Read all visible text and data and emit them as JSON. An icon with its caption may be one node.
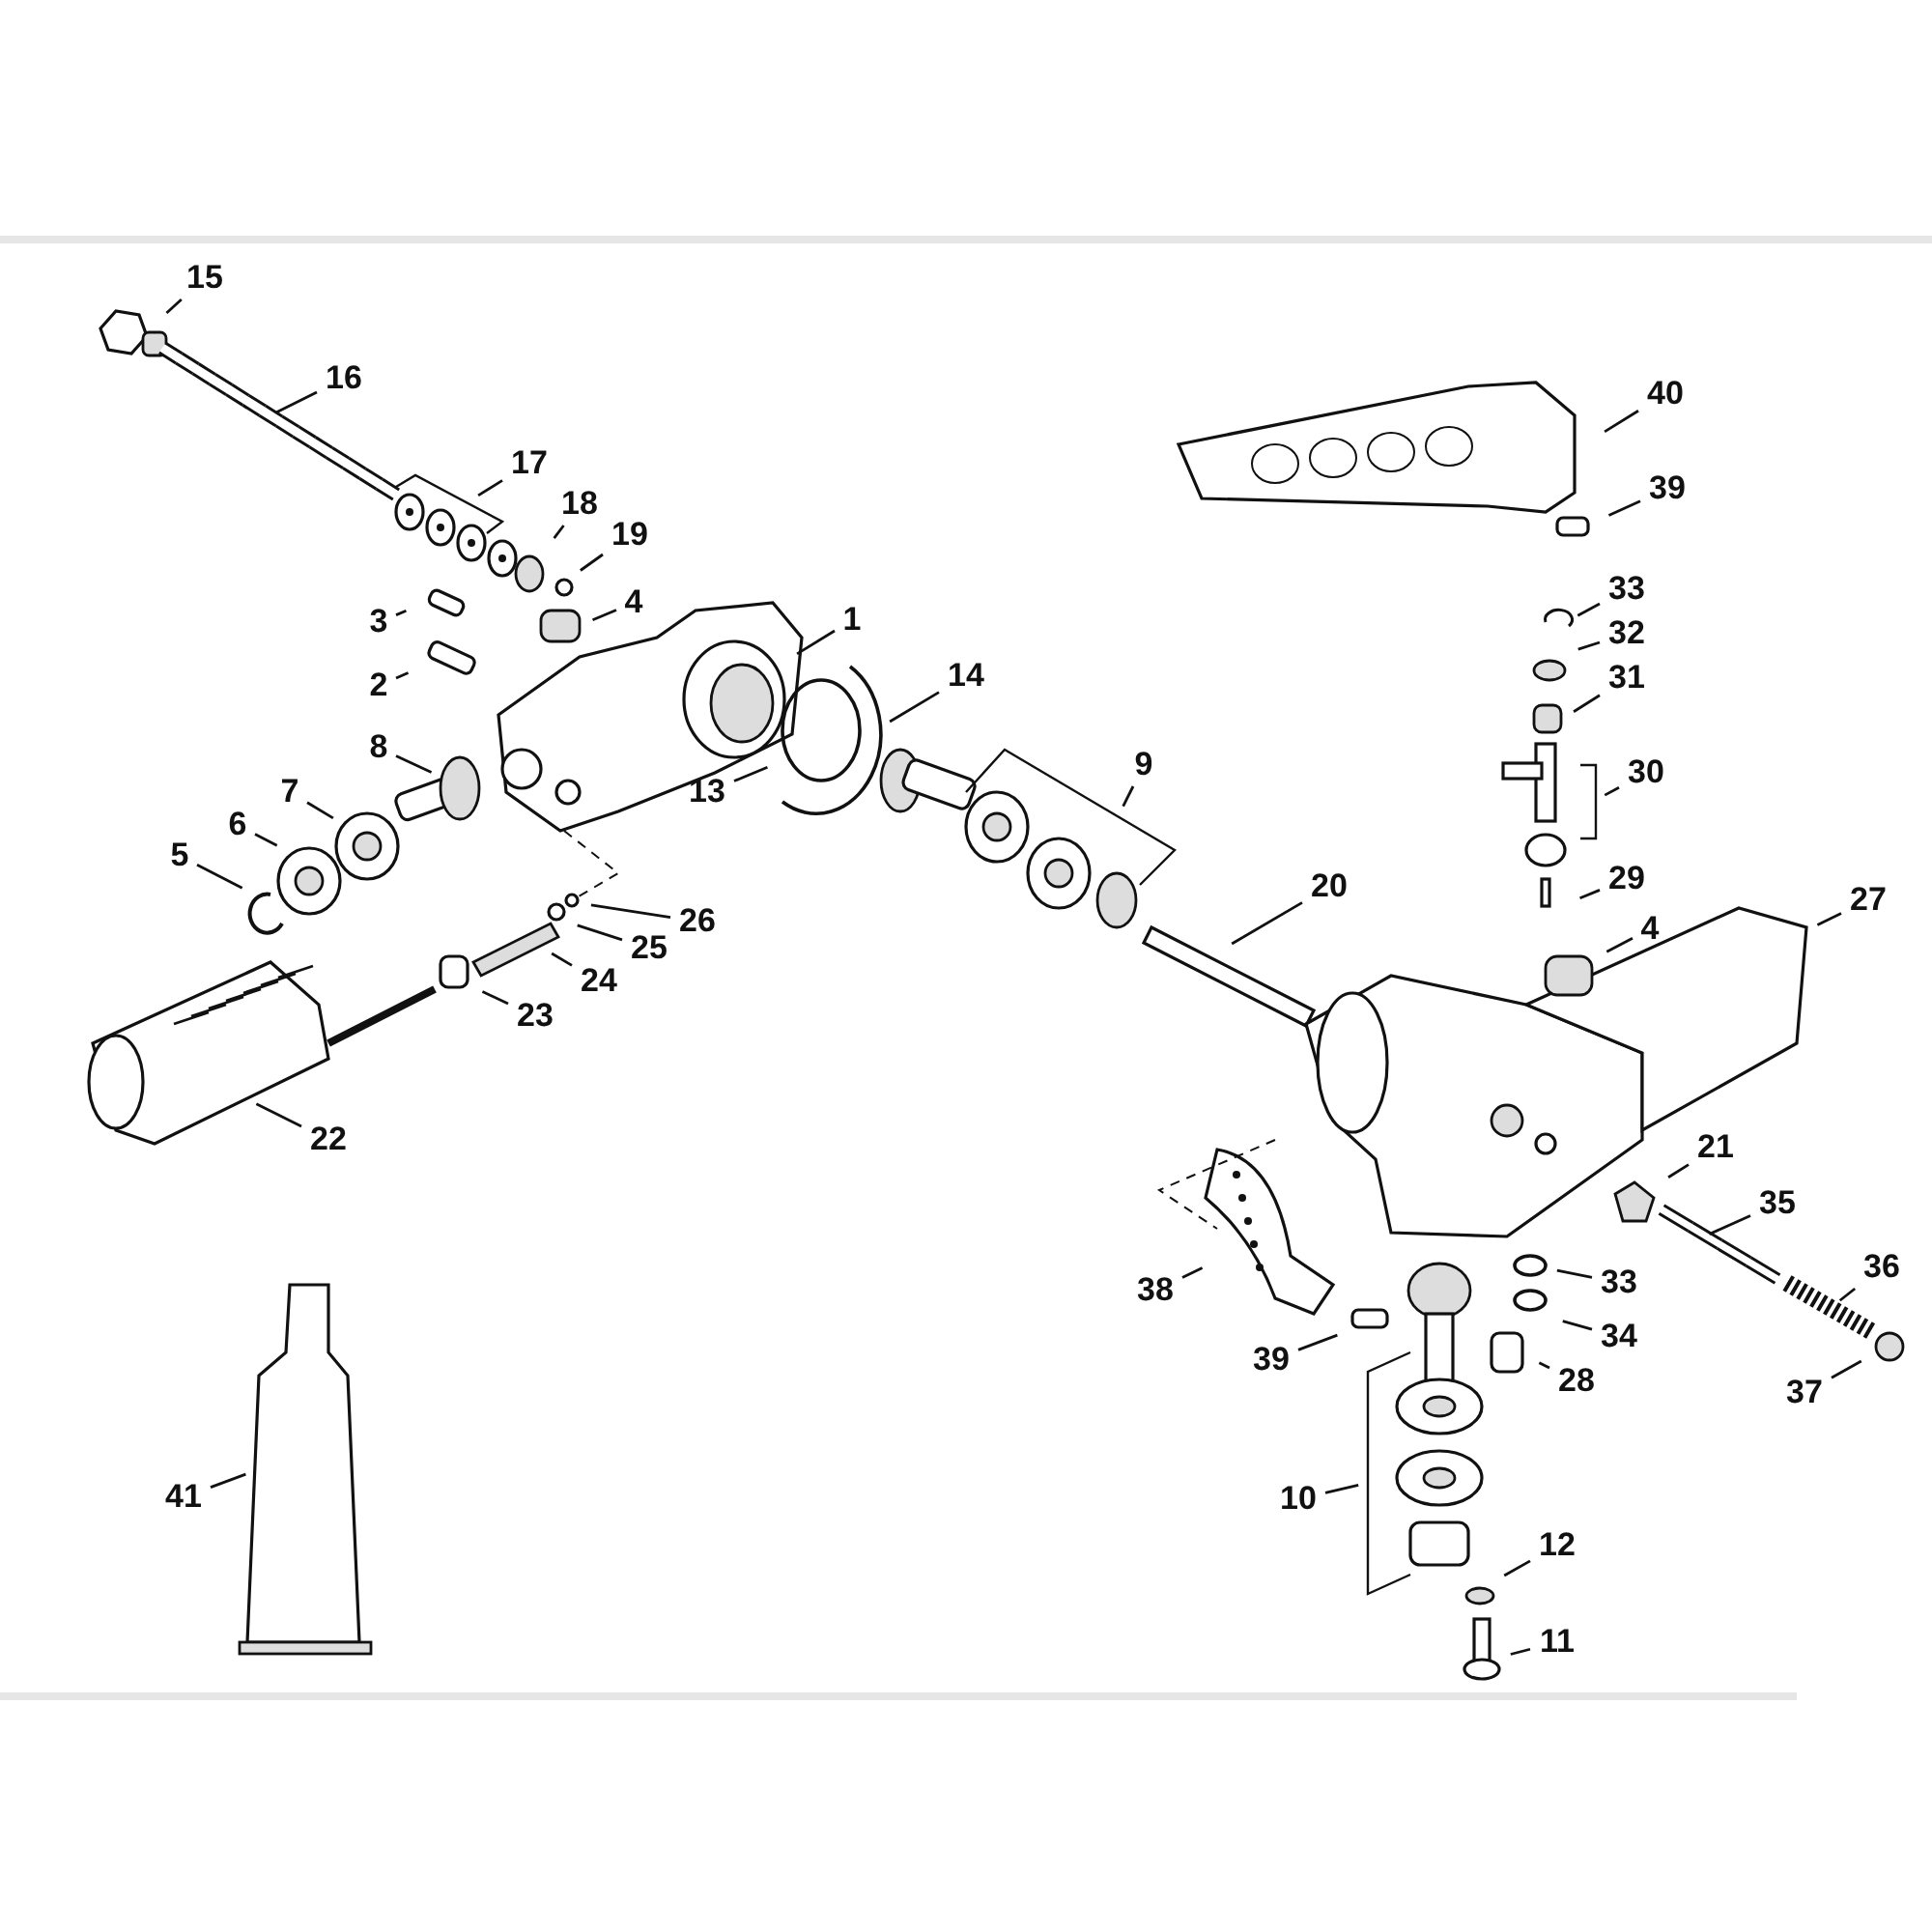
{
  "diagram": {
    "nodes": [
      {
        "text": [
          "15"
        ]
      },
      {
        "text": [
          "16"
        ]
      },
      {
        "text": [
          "40"
        ]
      },
      {
        "text": [
          "17"
        ]
      },
      {
        "text": [
          "18"
        ]
      },
      {
        "text": [
          "39"
        ]
      },
      {
        "text": [
          "19"
        ]
      },
      {
        "text": [
          "4"
        ]
      },
      {
        "text": [
          "33"
        ]
      },
      {
        "text": [
          "3"
        ]
      },
      {
        "text": [
          "1"
        ]
      },
      {
        "text": [
          "32"
        ]
      },
      {
        "text": [
          "2"
        ]
      },
      {
        "text": [
          "14"
        ]
      },
      {
        "text": [
          "31"
        ]
      },
      {
        "text": [
          "8"
        ]
      },
      {
        "text": [
          "9"
        ]
      },
      {
        "text": [
          "7"
        ]
      },
      {
        "text": [
          "13"
        ]
      },
      {
        "text": [
          "30"
        ]
      },
      {
        "text": [
          "6"
        ]
      },
      {
        "text": [
          "5"
        ]
      },
      {
        "text": [
          "20"
        ]
      },
      {
        "text": [
          "29"
        ]
      },
      {
        "text": [
          "27"
        ]
      },
      {
        "text": [
          "26"
        ]
      },
      {
        "text": [
          "4"
        ]
      },
      {
        "text": [
          "25"
        ]
      },
      {
        "text": [
          "24"
        ]
      },
      {
        "text": [
          "23"
        ]
      },
      {
        "text": [
          "22"
        ]
      },
      {
        "text": [
          "21"
        ]
      },
      {
        "text": [
          "35"
        ]
      },
      {
        "text": [
          "36"
        ]
      },
      {
        "text": [
          "33"
        ]
      },
      {
        "text": [
          "38"
        ]
      },
      {
        "text": [
          "34"
        ]
      },
      {
        "text": [
          "39"
        ]
      },
      {
        "text": [
          "28"
        ]
      },
      {
        "text": [
          "37"
        ]
      },
      {
        "text": [
          "10"
        ]
      },
      {
        "text": [
          "41"
        ]
      },
      {
        "text": [
          "12"
        ]
      },
      {
        "text": [
          "11"
        ]
      }
    ],
    "edges": [
      {
        "from": 0,
        "to": null,
        "arrow": "none"
      },
      {
        "from": 1,
        "to": null,
        "arrow": "none"
      },
      {
        "from": 2,
        "to": null,
        "arrow": "none"
      },
      {
        "from": 3,
        "to": null,
        "arrow": "none"
      },
      {
        "from": 4,
        "to": null,
        "arrow": "none"
      },
      {
        "from": 5,
        "to": null,
        "arrow": "none"
      },
      {
        "from": 6,
        "to": null,
        "arrow": "none"
      },
      {
        "from": 7,
        "to": null,
        "arrow": "none"
      },
      {
        "from": 8,
        "to": null,
        "arrow": "none"
      },
      {
        "from": 9,
        "to": null,
        "arrow": "none"
      },
      {
        "from": 10,
        "to": null,
        "arrow": "none"
      },
      {
        "from": 11,
        "to": null,
        "arrow": "none"
      },
      {
        "from": 12,
        "to": null,
        "arrow": "none"
      },
      {
        "from": 13,
        "to": null,
        "arrow": "none"
      },
      {
        "from": 14,
        "to": null,
        "arrow": "none"
      },
      {
        "from": 15,
        "to": null,
        "arrow": "none"
      },
      {
        "from": 16,
        "to": null,
        "arrow": "none"
      },
      {
        "from": 17,
        "to": null,
        "arrow": "none"
      },
      {
        "from": 18,
        "to": null,
        "arrow": "none"
      },
      {
        "from": 19,
        "to": null,
        "arrow": "none"
      },
      {
        "from": 20,
        "to": null,
        "arrow": "none"
      },
      {
        "from": 21,
        "to": null,
        "arrow": "none"
      },
      {
        "from": 22,
        "to": null,
        "arrow": "none"
      },
      {
        "from": 23,
        "to": null,
        "arrow": "none"
      },
      {
        "from": 24,
        "to": null,
        "arrow": "none"
      },
      {
        "from": 25,
        "to": null,
        "arrow": "none"
      },
      {
        "from": 26,
        "to": null,
        "arrow": "none"
      },
      {
        "from": 27,
        "to": null,
        "arrow": "none"
      },
      {
        "from": 28,
        "to": null,
        "arrow": "none"
      },
      {
        "from": 29,
        "to": null,
        "arrow": "none"
      },
      {
        "from": 30,
        "to": null,
        "arrow": "none"
      },
      {
        "from": 31,
        "to": null,
        "arrow": "none"
      },
      {
        "from": 32,
        "to": null,
        "arrow": "none"
      },
      {
        "from": 33,
        "to": null,
        "arrow": "none"
      },
      {
        "from": 34,
        "to": null,
        "arrow": "none"
      },
      {
        "from": 35,
        "to": null,
        "arrow": "none"
      },
      {
        "from": 36,
        "to": null,
        "arrow": "none"
      },
      {
        "from": 37,
        "to": null,
        "arrow": "none"
      },
      {
        "from": 38,
        "to": null,
        "arrow": "none"
      },
      {
        "from": 39,
        "to": null,
        "arrow": "none"
      },
      {
        "from": 40,
        "to": null,
        "arrow": "none"
      },
      {
        "from": 41,
        "to": null,
        "arrow": "none"
      },
      {
        "from": 42,
        "to": null,
        "arrow": "none"
      },
      {
        "from": 43,
        "to": null,
        "arrow": "none"
      }
    ]
  }
}
